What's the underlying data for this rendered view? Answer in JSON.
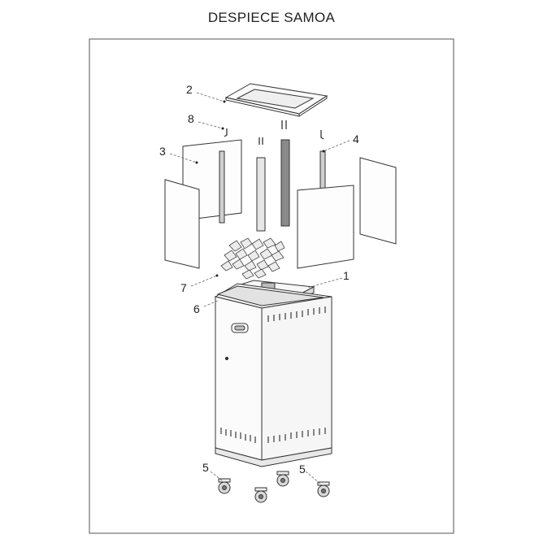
{
  "title": "DESPIECE SAMOA",
  "callouts": [
    "1",
    "2",
    "3",
    "4",
    "5",
    "5",
    "6",
    "7",
    "8"
  ]
}
